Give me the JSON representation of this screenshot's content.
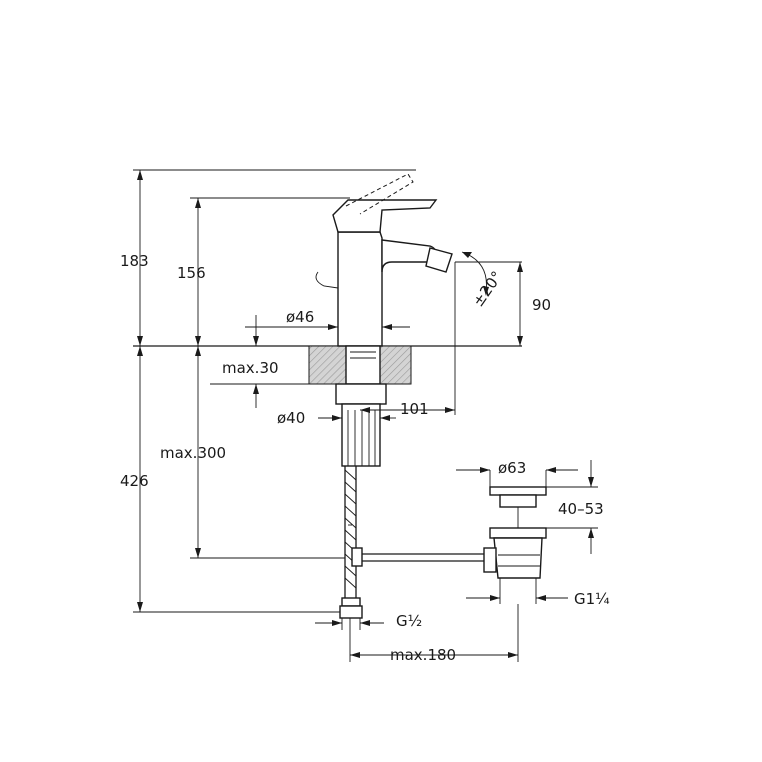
{
  "labels": {
    "h183": "183",
    "h156": "156",
    "d46": "ø46",
    "max30": "max.30",
    "d40": "ø40",
    "w101": "101",
    "max300": "max.300",
    "h426": "426",
    "h90": "90",
    "angle": "±20°",
    "d63": "ø63",
    "r4053": "40–53",
    "g114": "G1¼",
    "g12": "G½",
    "max180": "max.180"
  },
  "colors": {
    "ink": "#1a1a1a",
    "hatch": "#9a9a9a"
  }
}
